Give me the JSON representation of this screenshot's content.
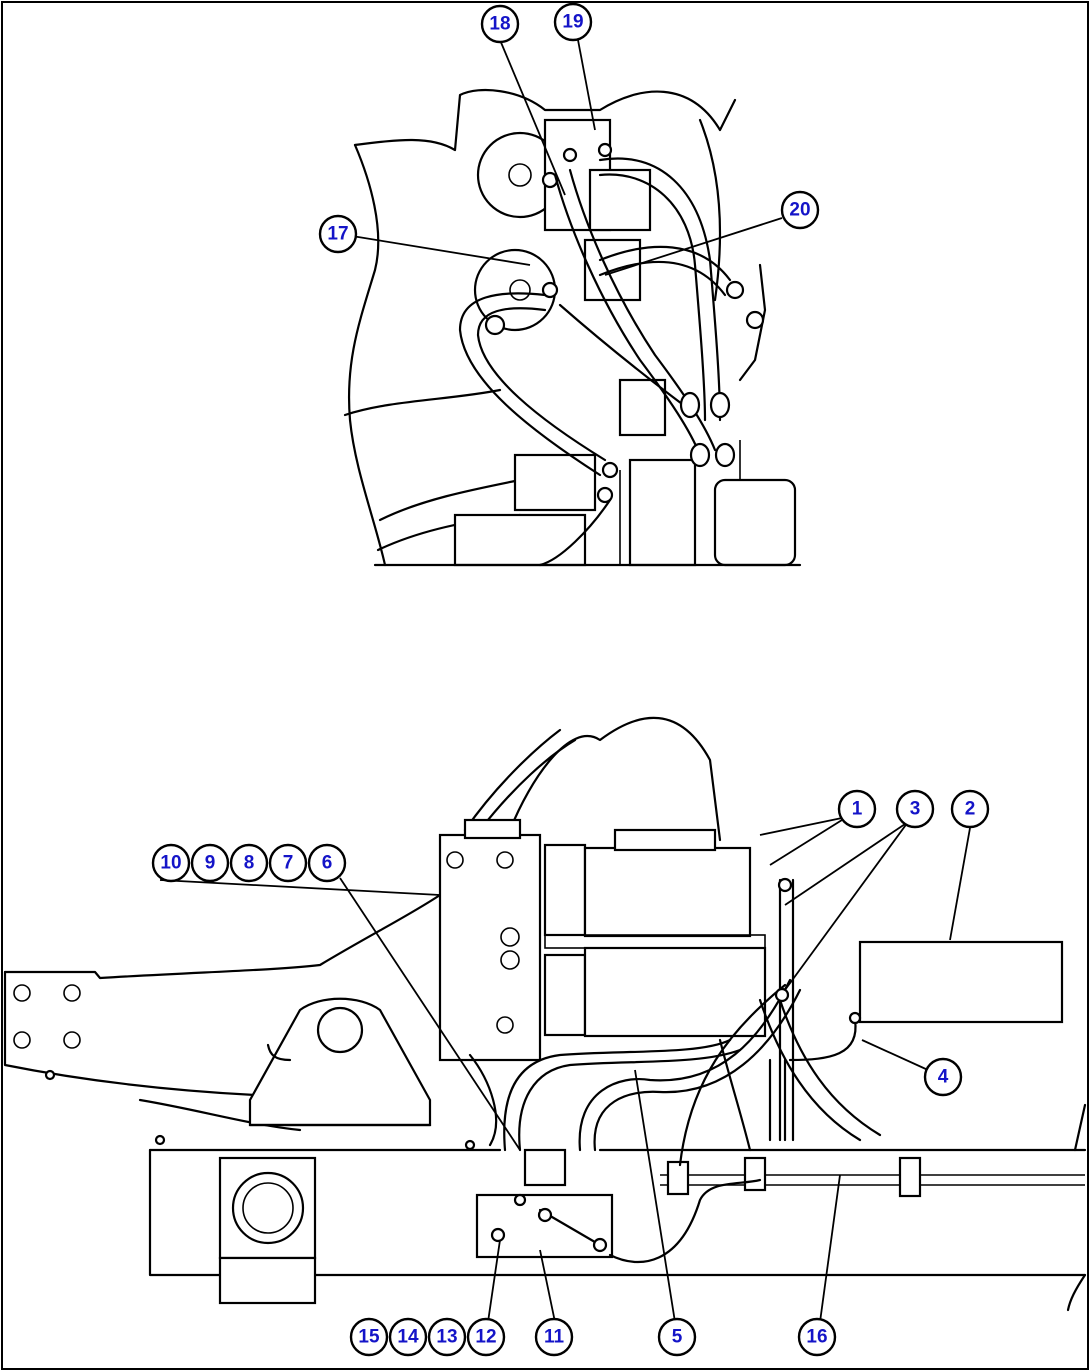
{
  "callouts": {
    "c1": "1",
    "c2": "2",
    "c3": "3",
    "c4": "4",
    "c5": "5",
    "c6": "6",
    "c7": "7",
    "c8": "8",
    "c9": "9",
    "c10": "10",
    "c11": "11",
    "c12": "12",
    "c13": "13",
    "c14": "14",
    "c15": "15",
    "c16": "16",
    "c17": "17",
    "c18": "18",
    "c19": "19",
    "c20": "20"
  },
  "colors": {
    "callout_text": "#1414c8",
    "line": "#000000",
    "background": "#ffffff"
  }
}
